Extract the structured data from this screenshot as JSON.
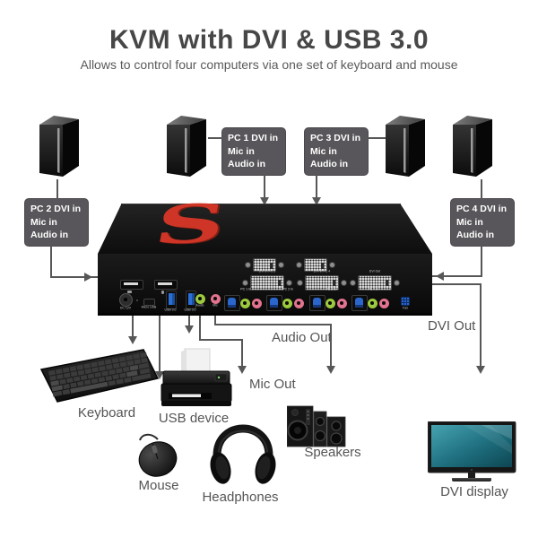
{
  "header": {
    "title": "KVM with DVI & USB 3.0",
    "subtitle": "Allows to control four computers via one set of keyboard and mouse"
  },
  "pc_labels": {
    "pc1": {
      "l1": "PC 1 DVI in",
      "l2": "Mic in",
      "l3": "Audio in"
    },
    "pc2": {
      "l1": "PC 2 DVI in",
      "l2": "Mic in",
      "l3": "Audio in"
    },
    "pc3": {
      "l1": "PC 3 DVI in",
      "l2": "Mic in",
      "l3": "Audio in"
    },
    "pc4": {
      "l1": "PC 4 DVI in",
      "l2": "Mic in",
      "l3": "Audio in"
    }
  },
  "flow": {
    "audio_out": "Audio Out",
    "mic_out": "Mic Out",
    "dvi_out": "DVI Out"
  },
  "devices": {
    "keyboard": "Keyboard",
    "usb_device": "USB device",
    "mouse": "Mouse",
    "headphones": "Headphones",
    "speakers": "Speakers",
    "dvi_display": "DVI display"
  },
  "kvm": {
    "logo": "S",
    "ports": {
      "dc": "DC 12V",
      "micro_usb": "Micro USB",
      "usb30": "USB 3.0",
      "audio": "Audio",
      "mic": "Mic",
      "fan": "Fan",
      "groups": [
        "PC 1 in",
        "PC 2 in",
        "PC 3 in",
        "PC 4 in"
      ],
      "dvi_labels": [
        "DVI In PC 2",
        "DVI In PC 4",
        "DVI Out"
      ]
    }
  },
  "colors": {
    "accent_red": "#ce3526",
    "line_gray": "#575757",
    "label_bg": "#58565a",
    "title_gray": "#474747"
  }
}
